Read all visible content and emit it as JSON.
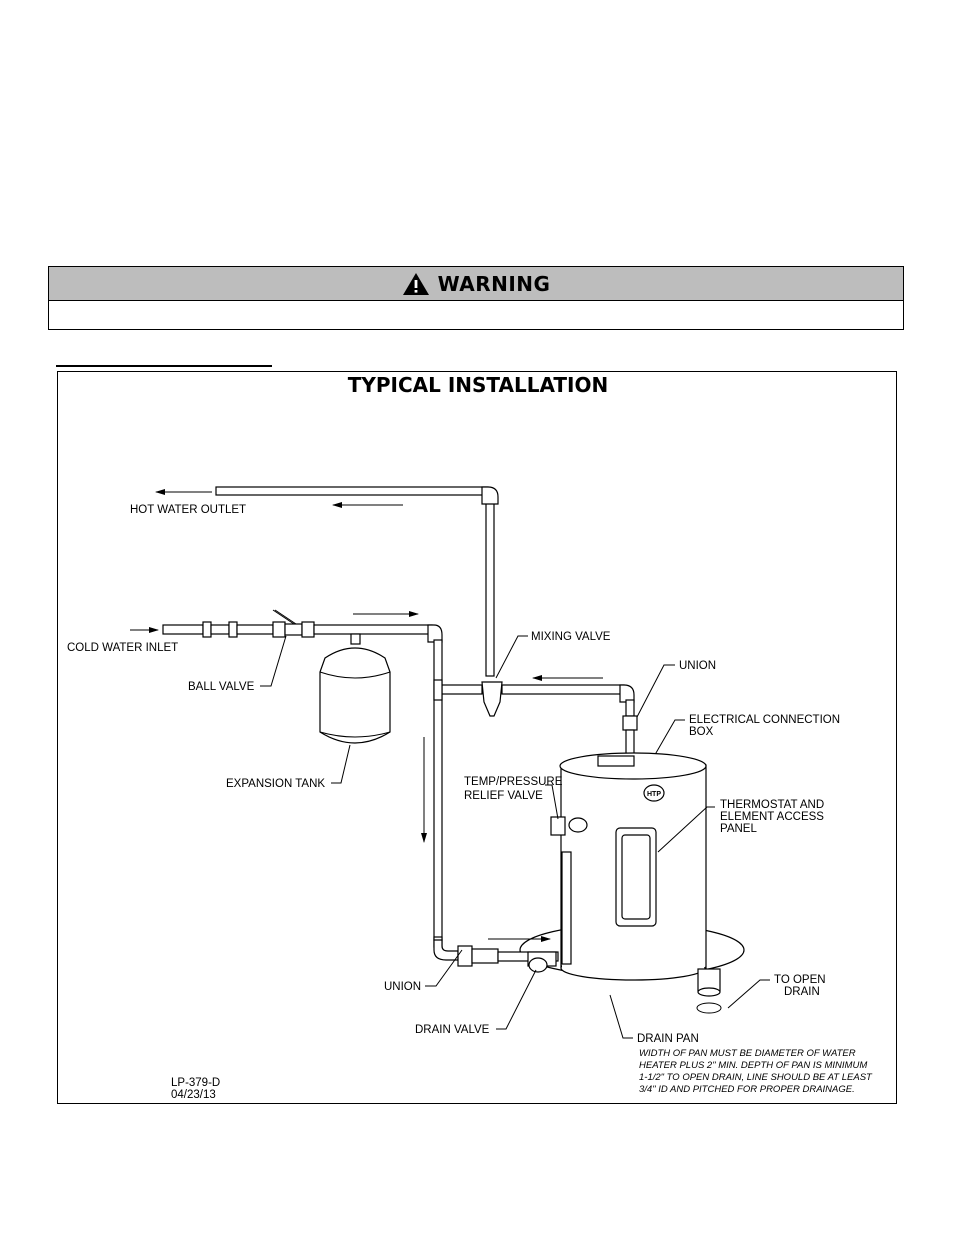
{
  "warning": {
    "title": "WARNING",
    "icon": "warning-triangle-icon",
    "body": ""
  },
  "figure": {
    "title": "TYPICAL INSTALLATION",
    "labels": {
      "hot_water_outlet": "HOT WATER OUTLET",
      "cold_water_inlet": "COLD WATER INLET",
      "ball_valve": "BALL VALVE",
      "mixing_valve": "MIXING VALVE",
      "union_top": "UNION",
      "electrical_1": "ELECTRICAL CONNECTION",
      "electrical_2": "BOX",
      "expansion_tank": "EXPANSION TANK",
      "temp_1": "TEMP/PRESSURE",
      "temp_2": "RELIEF VALVE",
      "thermo_1": "THERMOSTAT AND",
      "thermo_2": "ELEMENT ACCESS",
      "thermo_3": "PANEL",
      "union_bottom": "UNION",
      "to_open_drain_1": "TO OPEN",
      "to_open_drain_2": "DRAIN",
      "drain_valve": "DRAIN VALVE",
      "drain_pan": "DRAIN PAN",
      "note_1": "WIDTH OF PAN MUST BE DIAMETER OF WATER",
      "note_2": "HEATER PLUS 2\" MIN.  DEPTH OF PAN IS MINIMUM",
      "note_3": "1-1/2\" TO OPEN DRAIN, LINE SHOULD BE AT LEAST",
      "note_4": "3/4\" ID AND PITCHED FOR PROPER DRAINAGE.",
      "doc_id": "LP-379-D",
      "doc_date": "04/23/13",
      "logo": "HTP"
    }
  }
}
